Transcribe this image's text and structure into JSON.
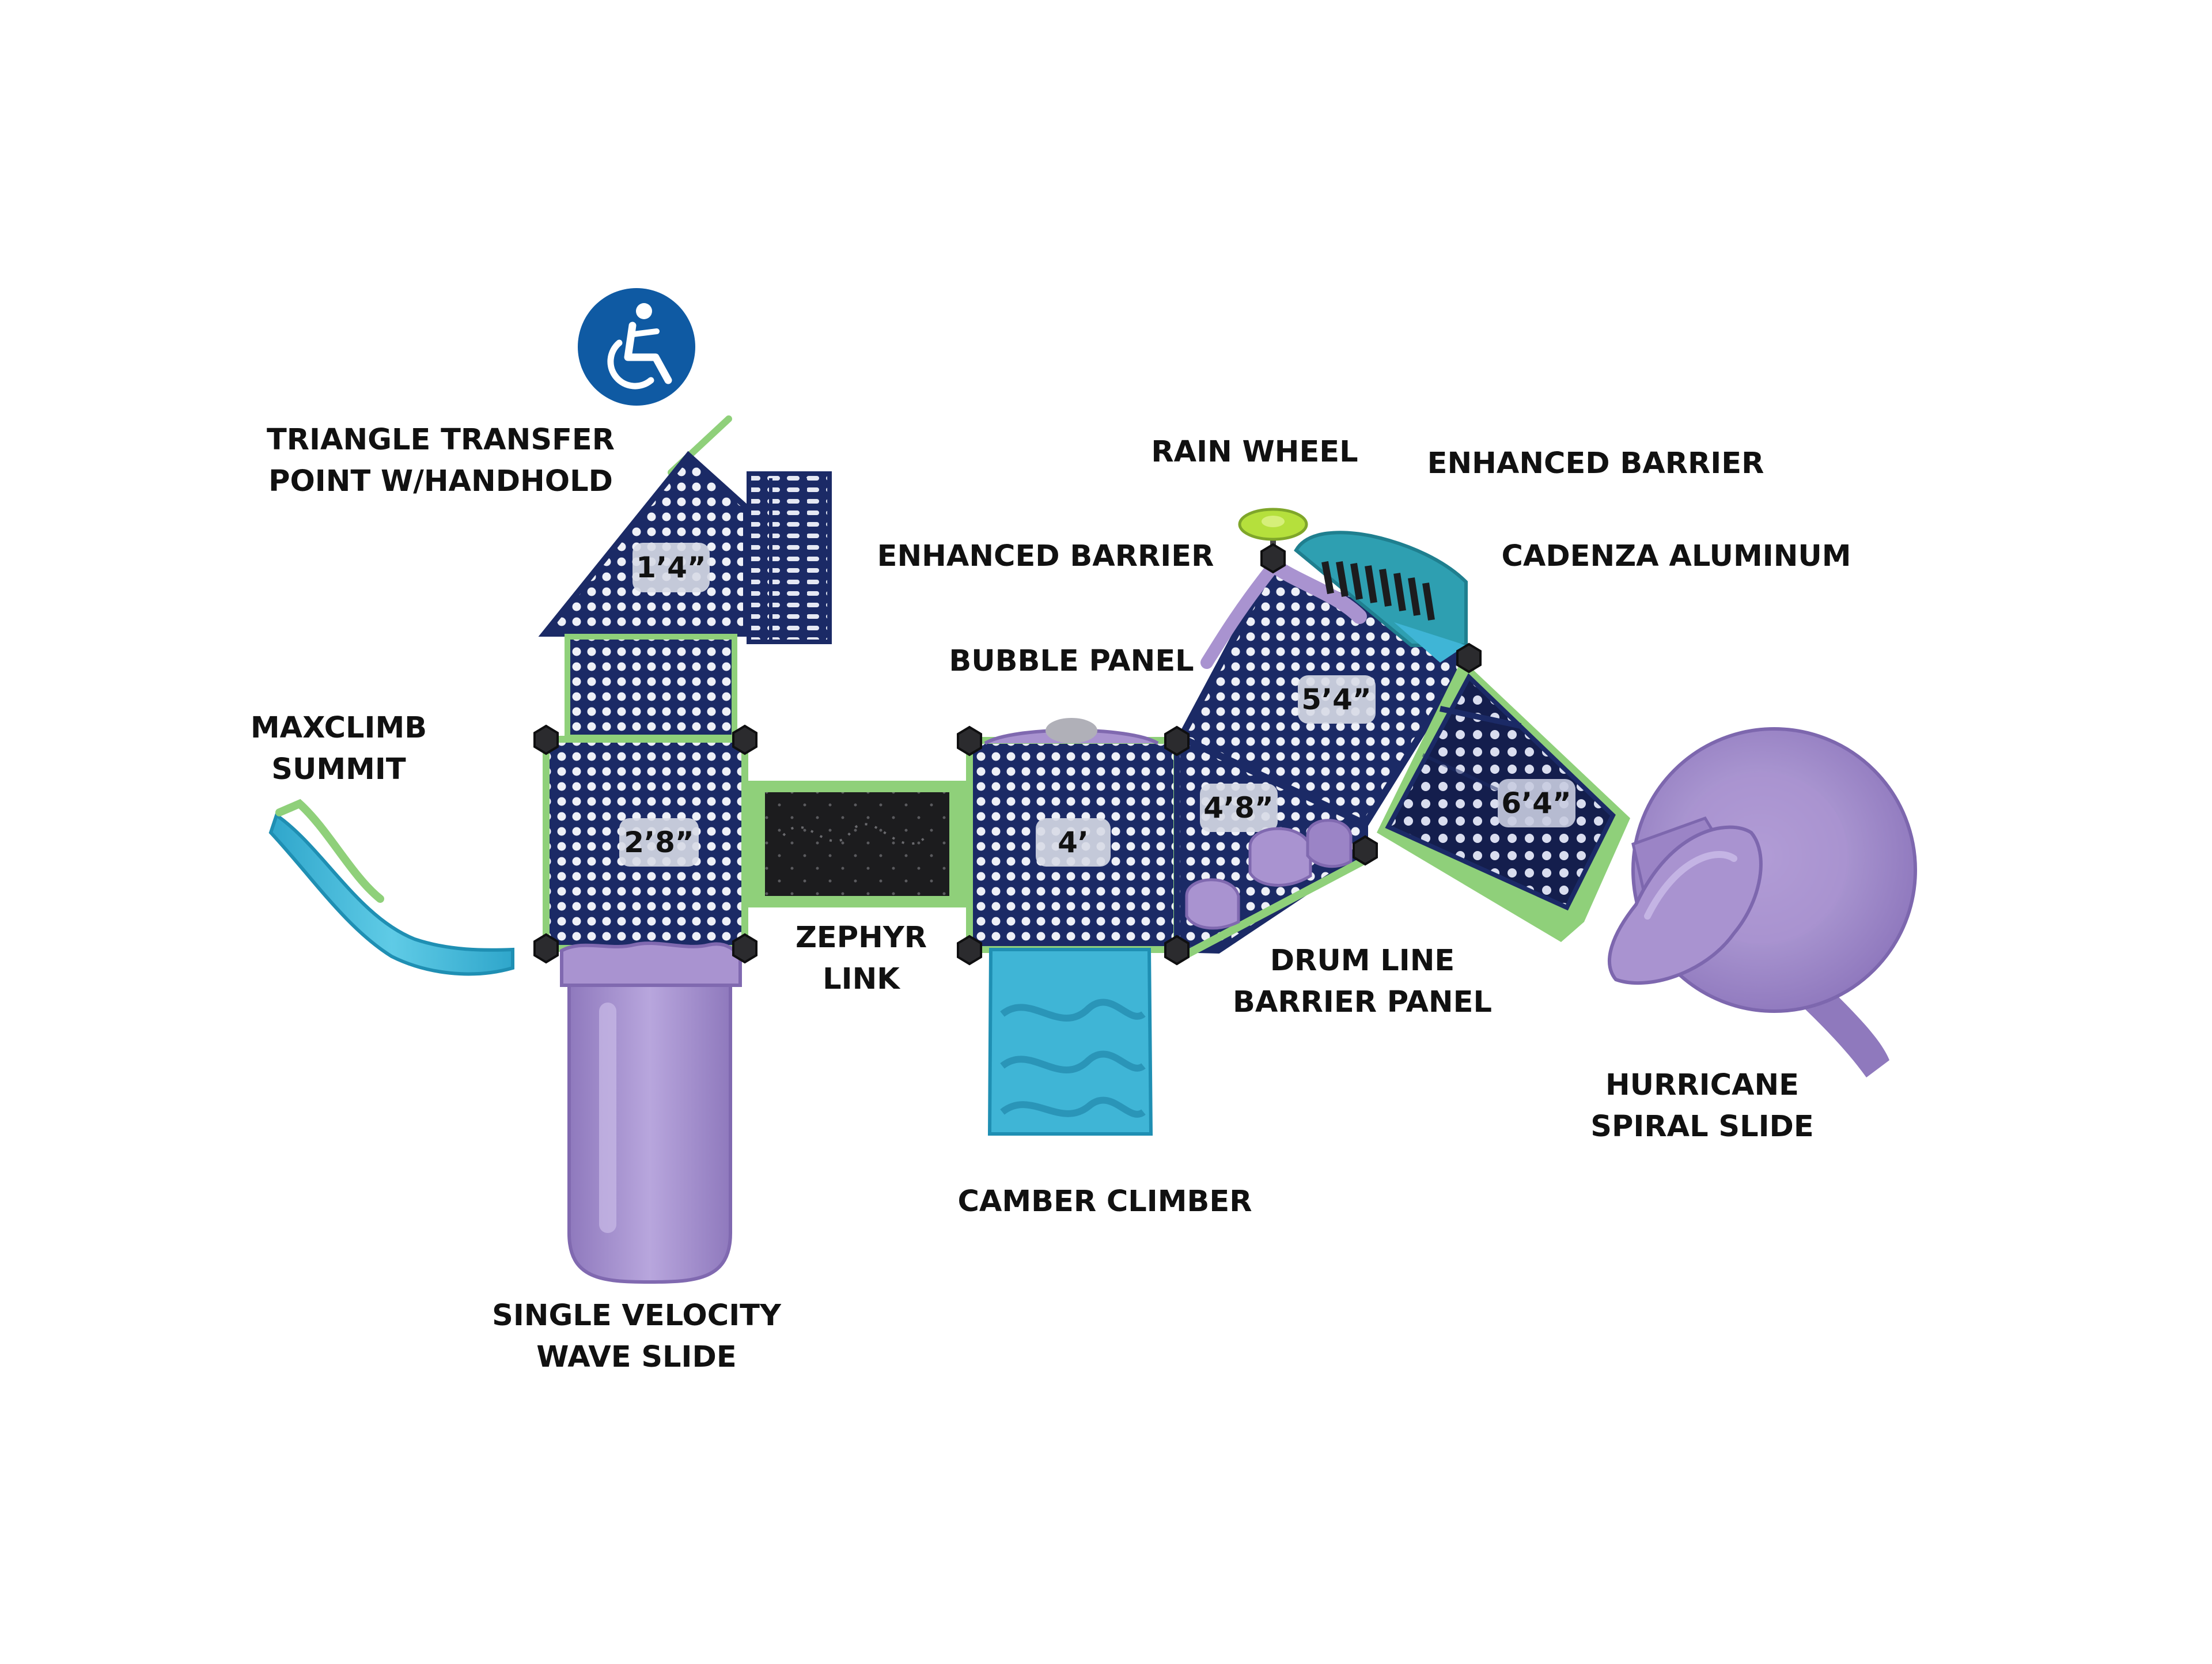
{
  "labels": {
    "triangle_transfer": [
      "TRIANGLE TRANSFER",
      "POINT W/HANDHOLD"
    ],
    "maxclimb": [
      "MAXCLIMB",
      "SUMMIT"
    ],
    "rain_wheel": "RAIN WHEEL",
    "enhanced_barrier_top": "ENHANCED BARRIER",
    "enhanced_barrier_left": "ENHANCED BARRIER",
    "cadenza": "CADENZA ALUMINUM",
    "bubble_panel": "BUBBLE PANEL",
    "zephyr": [
      "ZEPHYR",
      "LINK"
    ],
    "drum_line": [
      "DRUM LINE",
      "BARRIER PANEL"
    ],
    "hurricane": [
      "HURRICANE",
      "SPIRAL SLIDE"
    ],
    "camber": "CAMBER CLIMBER",
    "single_velocity": [
      "SINGLE VELOCITY",
      "WAVE SLIDE"
    ]
  },
  "deck_heights": {
    "transfer": "1’4”",
    "deck_left": "2’8”",
    "deck_mid": "4’",
    "deck_ramp": "4’8”",
    "deck_top": "5’4”",
    "deck_slide": "6’4”"
  },
  "colors": {
    "navy": "#1b2a66",
    "purple": "#a993d0",
    "purple_dark": "#8f79bd",
    "aqua": "#3fb5d6",
    "teal": "#2e9fb1",
    "green": "#8fd07a",
    "access_blue": "#0f5aa3"
  },
  "icons": {
    "accessibility": "wheelchair-accessible-icon"
  }
}
